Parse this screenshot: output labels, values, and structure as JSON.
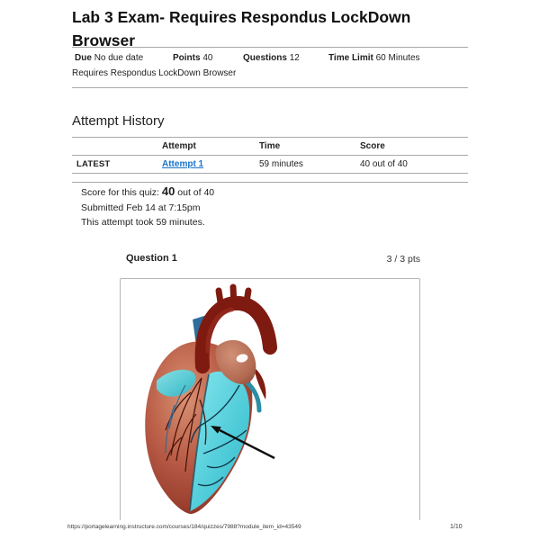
{
  "page": {
    "title": "Lab 3 Exam- Requires Respondus LockDown Browser",
    "footer_url": "https://portagelearning.instructure.com/courses/184/quizzes/7988?module_item_id=43549",
    "footer_page": "1/10"
  },
  "quiz_meta": {
    "due_label": "Due",
    "due_value": "No due date",
    "points_label": "Points",
    "points_value": "40",
    "questions_label": "Questions",
    "questions_value": "12",
    "time_limit_label": "Time Limit",
    "time_limit_value": "60 Minutes",
    "requirement": "Requires Respondus LockDown Browser"
  },
  "attempt_history": {
    "heading": "Attempt History",
    "columns": {
      "attempt": "Attempt",
      "time": "Time",
      "score": "Score"
    },
    "rows": [
      {
        "label": "LATEST",
        "attempt": "Attempt 1",
        "time": "59 minutes",
        "score": "40 out of 40"
      }
    ]
  },
  "result_summary": {
    "score_prefix": "Score for this quiz:",
    "score_value": "40",
    "score_suffix": "out of 40",
    "submitted": "Submitted Feb 14 at 7:15pm",
    "took": "This attempt took 59 minutes."
  },
  "question": {
    "title": "Question 1",
    "points": "3 / 3 pts",
    "image_description": "anatomical heart with cyan highlighted region and black arrow pointing to it"
  },
  "colors": {
    "link": "#1a73c9",
    "rule": "#a8a8a8",
    "box_border": "#b5b5b5",
    "heart_red": "#bb5f49",
    "heart_cyan": "#4ecbd8",
    "aorta_dark_red": "#7f1a10",
    "arrow_black": "#0d0d0d"
  }
}
